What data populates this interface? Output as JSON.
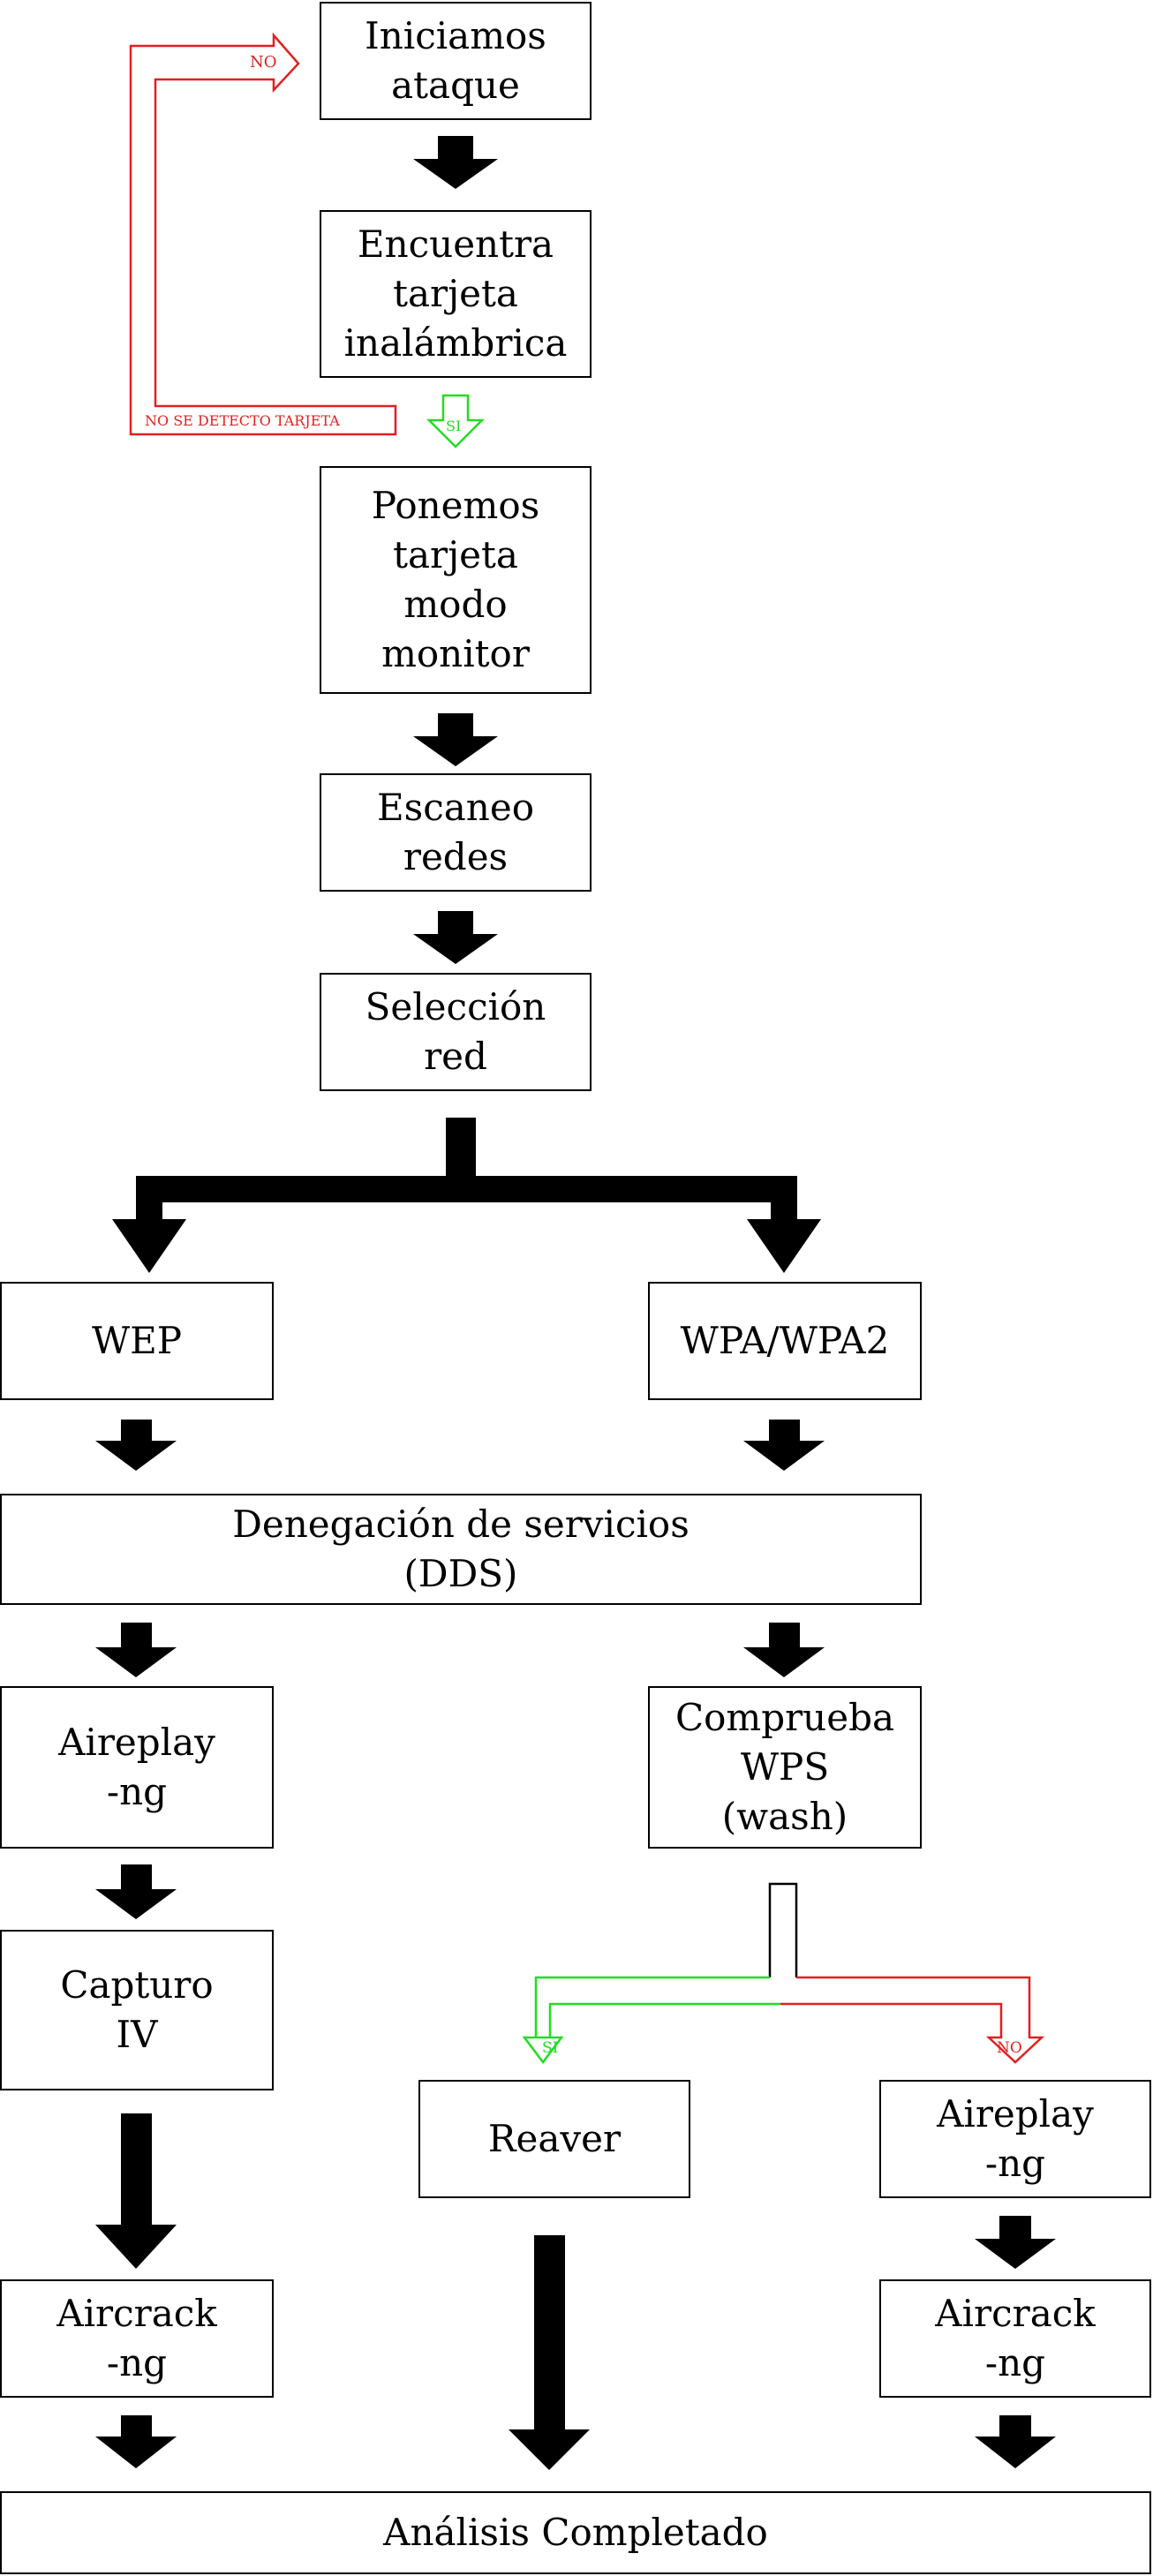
{
  "nodes": {
    "start": "Iniciamos\nataque",
    "find_card": "Encuentra\ntarjeta\ninalámbrica",
    "monitor": "Ponemos\ntarjeta\nmodo\nmonitor",
    "scan": "Escaneo\nredes",
    "select": "Selección\nred",
    "wep": "WEP",
    "wpa": "WPA/WPA2",
    "dds": "Denegación de servicios\n(DDS)",
    "aireplay_wep": "Aireplay\n-ng",
    "wps": "Comprueba\nWPS\n(wash)",
    "capture_iv": "Capturo\nIV",
    "reaver": "Reaver",
    "aireplay_wpa": "Aireplay\n-ng",
    "aircrack_wep": "Aircrack\n-ng",
    "aircrack_wpa": "Aircrack\n-ng",
    "complete": "Análisis Completado"
  },
  "labels": {
    "no_top": "NO",
    "no_card": "NO SE DETECTO TARJETA",
    "si_card": "SI",
    "si_wps": "SI",
    "no_wps": "NO"
  },
  "colors": {
    "box_border": "#000000",
    "arrow": "#000000",
    "no_path": "#e02020",
    "yes_path": "#22dd22"
  }
}
